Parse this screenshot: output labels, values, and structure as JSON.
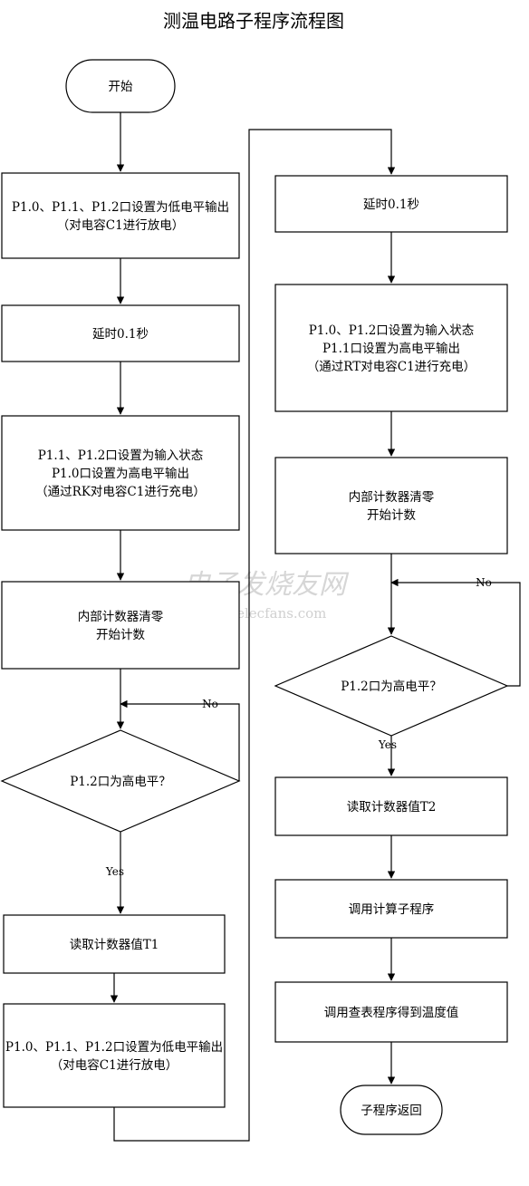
{
  "title": "测温电路子程序流程图",
  "nodes": [
    {
      "id": "start",
      "shape": "terminator",
      "lines": [
        "开始"
      ]
    },
    {
      "id": "l1",
      "shape": "process",
      "lines": [
        "P1.0、P1.1、P1.2口设置为低电平输出",
        "（对电容C1进行放电）"
      ]
    },
    {
      "id": "l2",
      "shape": "process",
      "lines": [
        "延时0.1秒"
      ]
    },
    {
      "id": "l3",
      "shape": "process",
      "lines": [
        "P1.1、P1.2口设置为输入状态",
        "P1.0口设置为高电平输出",
        "（通过RK对电容C1进行充电）"
      ]
    },
    {
      "id": "l4",
      "shape": "process",
      "lines": [
        "内部计数器清零",
        "开始计数"
      ]
    },
    {
      "id": "l5",
      "shape": "decision",
      "lines": [
        "P1.2口为高电平？"
      ]
    },
    {
      "id": "l6",
      "shape": "process",
      "lines": [
        "读取计数器值T1"
      ]
    },
    {
      "id": "l7",
      "shape": "process",
      "lines": [
        "P1.0、P1.1、P1.2口设置为低电平输出",
        "（对电容C1进行放电）"
      ]
    },
    {
      "id": "r1",
      "shape": "process",
      "lines": [
        "延时0.1秒"
      ]
    },
    {
      "id": "r2",
      "shape": "process",
      "lines": [
        "P1.0、P1.2口设置为输入状态",
        "P1.1口设置为高电平输出",
        "（通过RT对电容C1进行充电）"
      ]
    },
    {
      "id": "r3",
      "shape": "process",
      "lines": [
        "内部计数器清零",
        "开始计数"
      ]
    },
    {
      "id": "r4",
      "shape": "decision",
      "lines": [
        "P1.2口为高电平？"
      ]
    },
    {
      "id": "r5",
      "shape": "process",
      "lines": [
        "读取计数器值T2"
      ]
    },
    {
      "id": "r6",
      "shape": "process",
      "lines": [
        "调用计算子程序"
      ]
    },
    {
      "id": "r7",
      "shape": "process",
      "lines": [
        "调用查表程序得到温度值"
      ]
    },
    {
      "id": "end",
      "shape": "terminator",
      "lines": [
        "子程序返回"
      ]
    }
  ],
  "edges": [
    {
      "from": "start",
      "to": "l1"
    },
    {
      "from": "l1",
      "to": "l2"
    },
    {
      "from": "l2",
      "to": "l3"
    },
    {
      "from": "l3",
      "to": "l4"
    },
    {
      "from": "l4",
      "to": "l5"
    },
    {
      "from": "l5",
      "to": "l5",
      "label": "No"
    },
    {
      "from": "l5",
      "to": "l6",
      "label": "Yes"
    },
    {
      "from": "l6",
      "to": "l7"
    },
    {
      "from": "l7",
      "to": "r1"
    },
    {
      "from": "r1",
      "to": "r2"
    },
    {
      "from": "r2",
      "to": "r3"
    },
    {
      "from": "r3",
      "to": "r4"
    },
    {
      "from": "r4",
      "to": "r4",
      "label": "No"
    },
    {
      "from": "r4",
      "to": "r5",
      "label": "Yes"
    },
    {
      "from": "r5",
      "to": "r6"
    },
    {
      "from": "r6",
      "to": "r7"
    },
    {
      "from": "r7",
      "to": "end"
    }
  ],
  "watermark": {
    "name": "电子发烧友网",
    "url": "www.elecfans.com"
  },
  "colors": {
    "line": "#000000",
    "fill": "#ffffff",
    "watermark": "#c8c8c8"
  }
}
